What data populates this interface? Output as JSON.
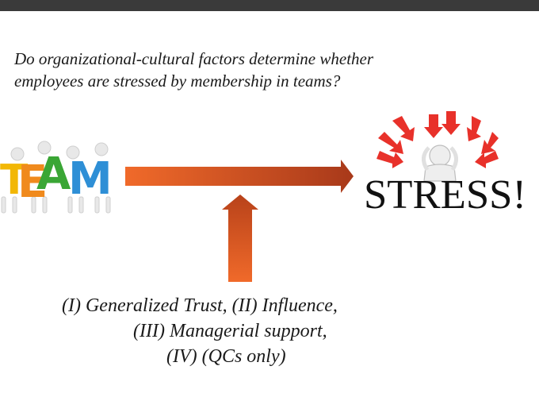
{
  "header": {
    "bar_color": "#3a3a3a"
  },
  "question": {
    "line1": "Do organizational-cultural factors determine whether",
    "line2": "employees are stressed by membership in teams?"
  },
  "team_graphic": {
    "letters": [
      "T",
      "E",
      "A",
      "M"
    ],
    "icon": "team-figures-icon"
  },
  "stress_graphic": {
    "word": "STRESS!",
    "icon": "stressed-person-icon"
  },
  "moderators": {
    "line1": "(I)  Generalized Trust, (II) Influence,",
    "line2": "(III) Managerial support,",
    "line3": "(IV) (QCs only)"
  },
  "colors": {
    "arrow": "#e0602a",
    "arrow_dark": "#b33e16",
    "stress_red": "#e8312a"
  }
}
